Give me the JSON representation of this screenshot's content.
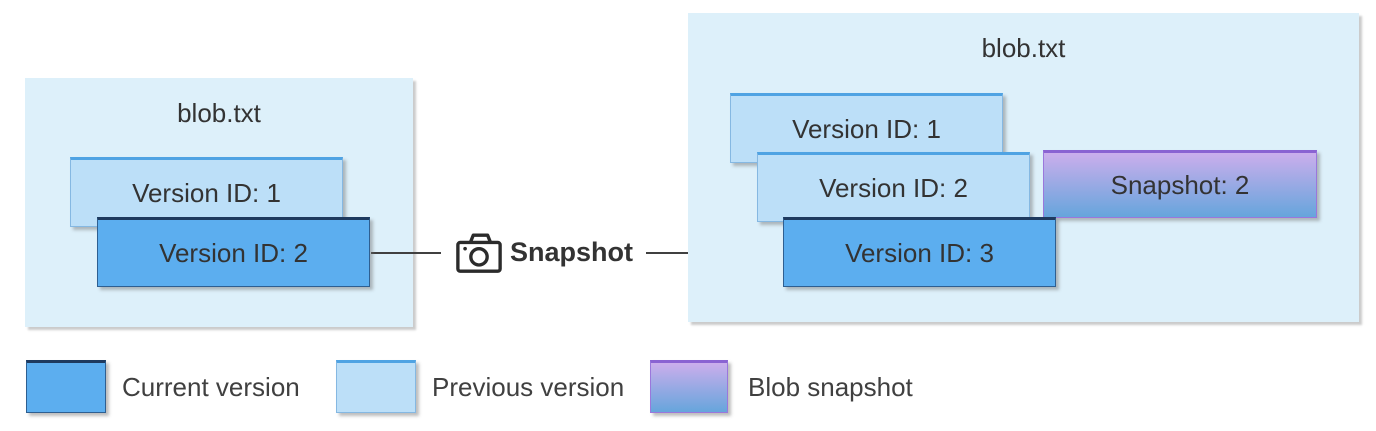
{
  "diagram": {
    "left_panel": {
      "title": "blob.txt",
      "boxes": [
        {
          "label": "Version ID: 1",
          "type": "previous-version"
        },
        {
          "label": "Version ID: 2",
          "type": "current-version"
        }
      ]
    },
    "connector": {
      "label": "Snapshot",
      "icon": "camera-icon"
    },
    "right_panel": {
      "title": "blob.txt",
      "boxes": [
        {
          "label": "Version ID: 1",
          "type": "previous-version"
        },
        {
          "label": "Version ID: 2",
          "type": "previous-version"
        },
        {
          "label": "Version ID: 3",
          "type": "current-version"
        }
      ],
      "snapshot_box": {
        "label": "Snapshot: 2",
        "type": "blob-snapshot"
      }
    },
    "legend": {
      "items": [
        {
          "label": "Current version",
          "swatch": "current-version",
          "color": "#5CAEEF"
        },
        {
          "label": "Previous version",
          "swatch": "previous-version",
          "color": "#BCDFF8"
        },
        {
          "label": "Blob snapshot",
          "swatch": "blob-snapshot",
          "color_top": "#CBAEEC",
          "color_bottom": "#66A5DC"
        }
      ]
    },
    "colors": {
      "panel_background": "#DDF0FA",
      "current_version_fill": "#5CAEEF",
      "current_version_top_border": "#1E3A5F",
      "previous_version_fill": "#BCDFF8",
      "previous_version_top_border": "#4FA3E3",
      "snapshot_gradient_top": "#CBAEEC",
      "snapshot_gradient_bottom": "#66A5DC",
      "snapshot_border": "#8A63D2",
      "text": "#333333",
      "arrow": "#404040"
    }
  }
}
